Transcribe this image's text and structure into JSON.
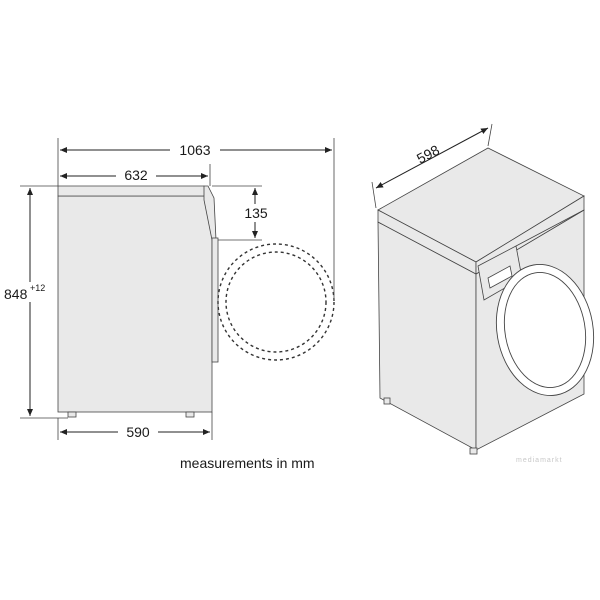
{
  "diagram": {
    "unit_caption": "measurements in mm",
    "dimensions": {
      "overall_depth_door_open": "1063",
      "top_depth": "632",
      "door_protrusion": "135",
      "height": "848",
      "height_tolerance": "+12",
      "body_depth": "590",
      "width": "598"
    },
    "watermark": "mediamarkt"
  }
}
